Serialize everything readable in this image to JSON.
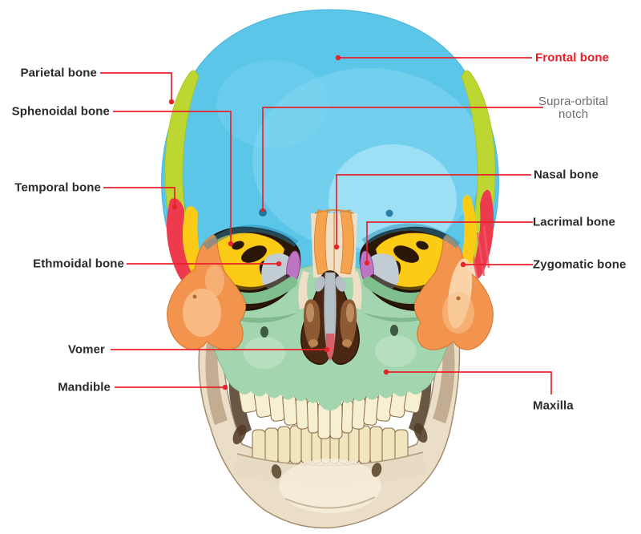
{
  "figure": {
    "kind": "labeled anatomical diagram",
    "subject": "human skull, anterior (front) view"
  },
  "labels": {
    "parietal": "Parietal bone",
    "sphenoidal": "Sphenoidal bone",
    "temporal": "Temporal bone",
    "ethmoidal": "Ethmoidal bone",
    "vomer": "Vomer",
    "mandible": "Mandible",
    "frontal": "Frontal bone",
    "supraorbital_line1": "Supra-orbital",
    "supraorbital_line2": "notch",
    "nasal": "Nasal bone",
    "lacrimal": "Lacrimal bone",
    "zygomatic": "Zygomatic bone",
    "maxilla": "Maxilla"
  },
  "colors": {
    "background": "#ffffff",
    "leader_line": "#e8222b",
    "label_text": "#2b2a29",
    "frontal_label": "#ed1c24",
    "supraorbital_label": "#6d6e71",
    "frontal_bone": "#5cc6e9",
    "parietal_bone": "#bdd631",
    "temporal_bone": "#ee3a4d",
    "sphenoid_bone": "#fccb16",
    "zygomatic_bone": "#f2944e",
    "maxilla_bone": "#a3d5ae",
    "lacrimal_bone": "#bd74c1",
    "ethmoid_bone": "#c2ccd4",
    "nasal_bone": "#f5a34f",
    "nasal_septum": "#b5bfc6",
    "vomer_bone": "#d6606a",
    "nasal_cavity": "#4a2713",
    "teeth": "#f7efd2",
    "lower_teeth": "#f1e5bd",
    "mandible_bone": "#ebdec6"
  }
}
